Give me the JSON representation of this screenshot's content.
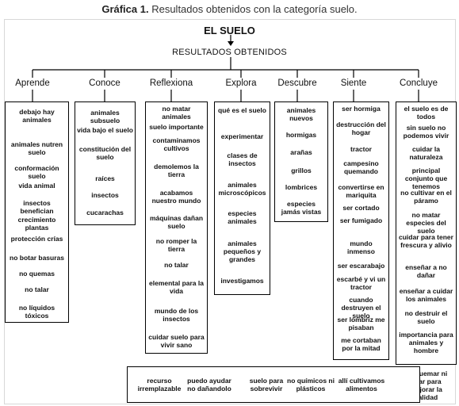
{
  "caption": {
    "prefix": "Gráfica 1.",
    "text": " Resultados obtenidos con la categoría suelo."
  },
  "root": {
    "title": "EL SUELO",
    "subtitle": "RESULTADOS OBTENIDOS"
  },
  "categories": [
    {
      "name": "Aprende",
      "items": [
        "debajo hay animales",
        "animales nutren suelo",
        "conformación suelo",
        "vida animal",
        "insectos benefician",
        "crecimiento plantas",
        "protección crías",
        "no botar basuras",
        "no quemas",
        "no talar",
        "no líquidos tóxicos"
      ]
    },
    {
      "name": "Conoce",
      "items": [
        "animales subsuelo",
        "vida bajo el suelo",
        "constitución del suelo",
        "raíces",
        "insectos",
        "cucarachas"
      ]
    },
    {
      "name": "Reflexiona",
      "items": [
        "no matar animales",
        "suelo importante",
        "contaminamos cultivos",
        "demolemos la tierra",
        "acabamos nuestro mundo",
        "máquinas dañan suelo",
        "no romper la tierra",
        "no talar",
        "elemental para la vida",
        "mundo de los insectos",
        "cuidar suelo para vivir sano"
      ]
    },
    {
      "name": "Explora",
      "items": [
        "qué es el suelo",
        "experimentar",
        "clases de insectos",
        "animales microscópicos",
        "especies animales",
        "animales pequeños y grandes",
        "investigamos"
      ]
    },
    {
      "name": "Descubre",
      "items": [
        "animales nuevos",
        "hormigas",
        "arañas",
        "grillos",
        "lombrices",
        "especies jamás vistas"
      ]
    },
    {
      "name": "Siente",
      "items": [
        "ser hormiga",
        "destrucción del hogar",
        "tractor",
        "campesino quemando",
        "convertirse en mariquita",
        "ser cortado",
        "ser fumigado",
        "mundo inmenso",
        "ser escarabajo",
        "escarbé y vi un tractor",
        "cuando destruyen el suelo",
        "ser lombriz me pisaban",
        "me cortaban por la mitad"
      ]
    },
    {
      "name": "Concluye",
      "items": [
        "el suelo es de todos",
        "sin suelo no podemos vivir",
        "cuidar la naturaleza",
        "principal conjunto que tenemos",
        "no cultivar en el páramo",
        "no matar especies del suelo",
        "cuidar para tener frescura y alivio",
        "enseñar a no dañar",
        "enseñar a cuidar los animales",
        "no destruir el suelo",
        "importancia para animales y hombre",
        "no quemar ni talar para mejorar la calidad"
      ]
    }
  ],
  "bottom_items": [
    "recurso irremplazable",
    "puedo ayudar no dañandolo",
    "suelo para sobrevivir",
    "no químicos ni plásticos",
    "allí cultivamos alimentos"
  ]
}
